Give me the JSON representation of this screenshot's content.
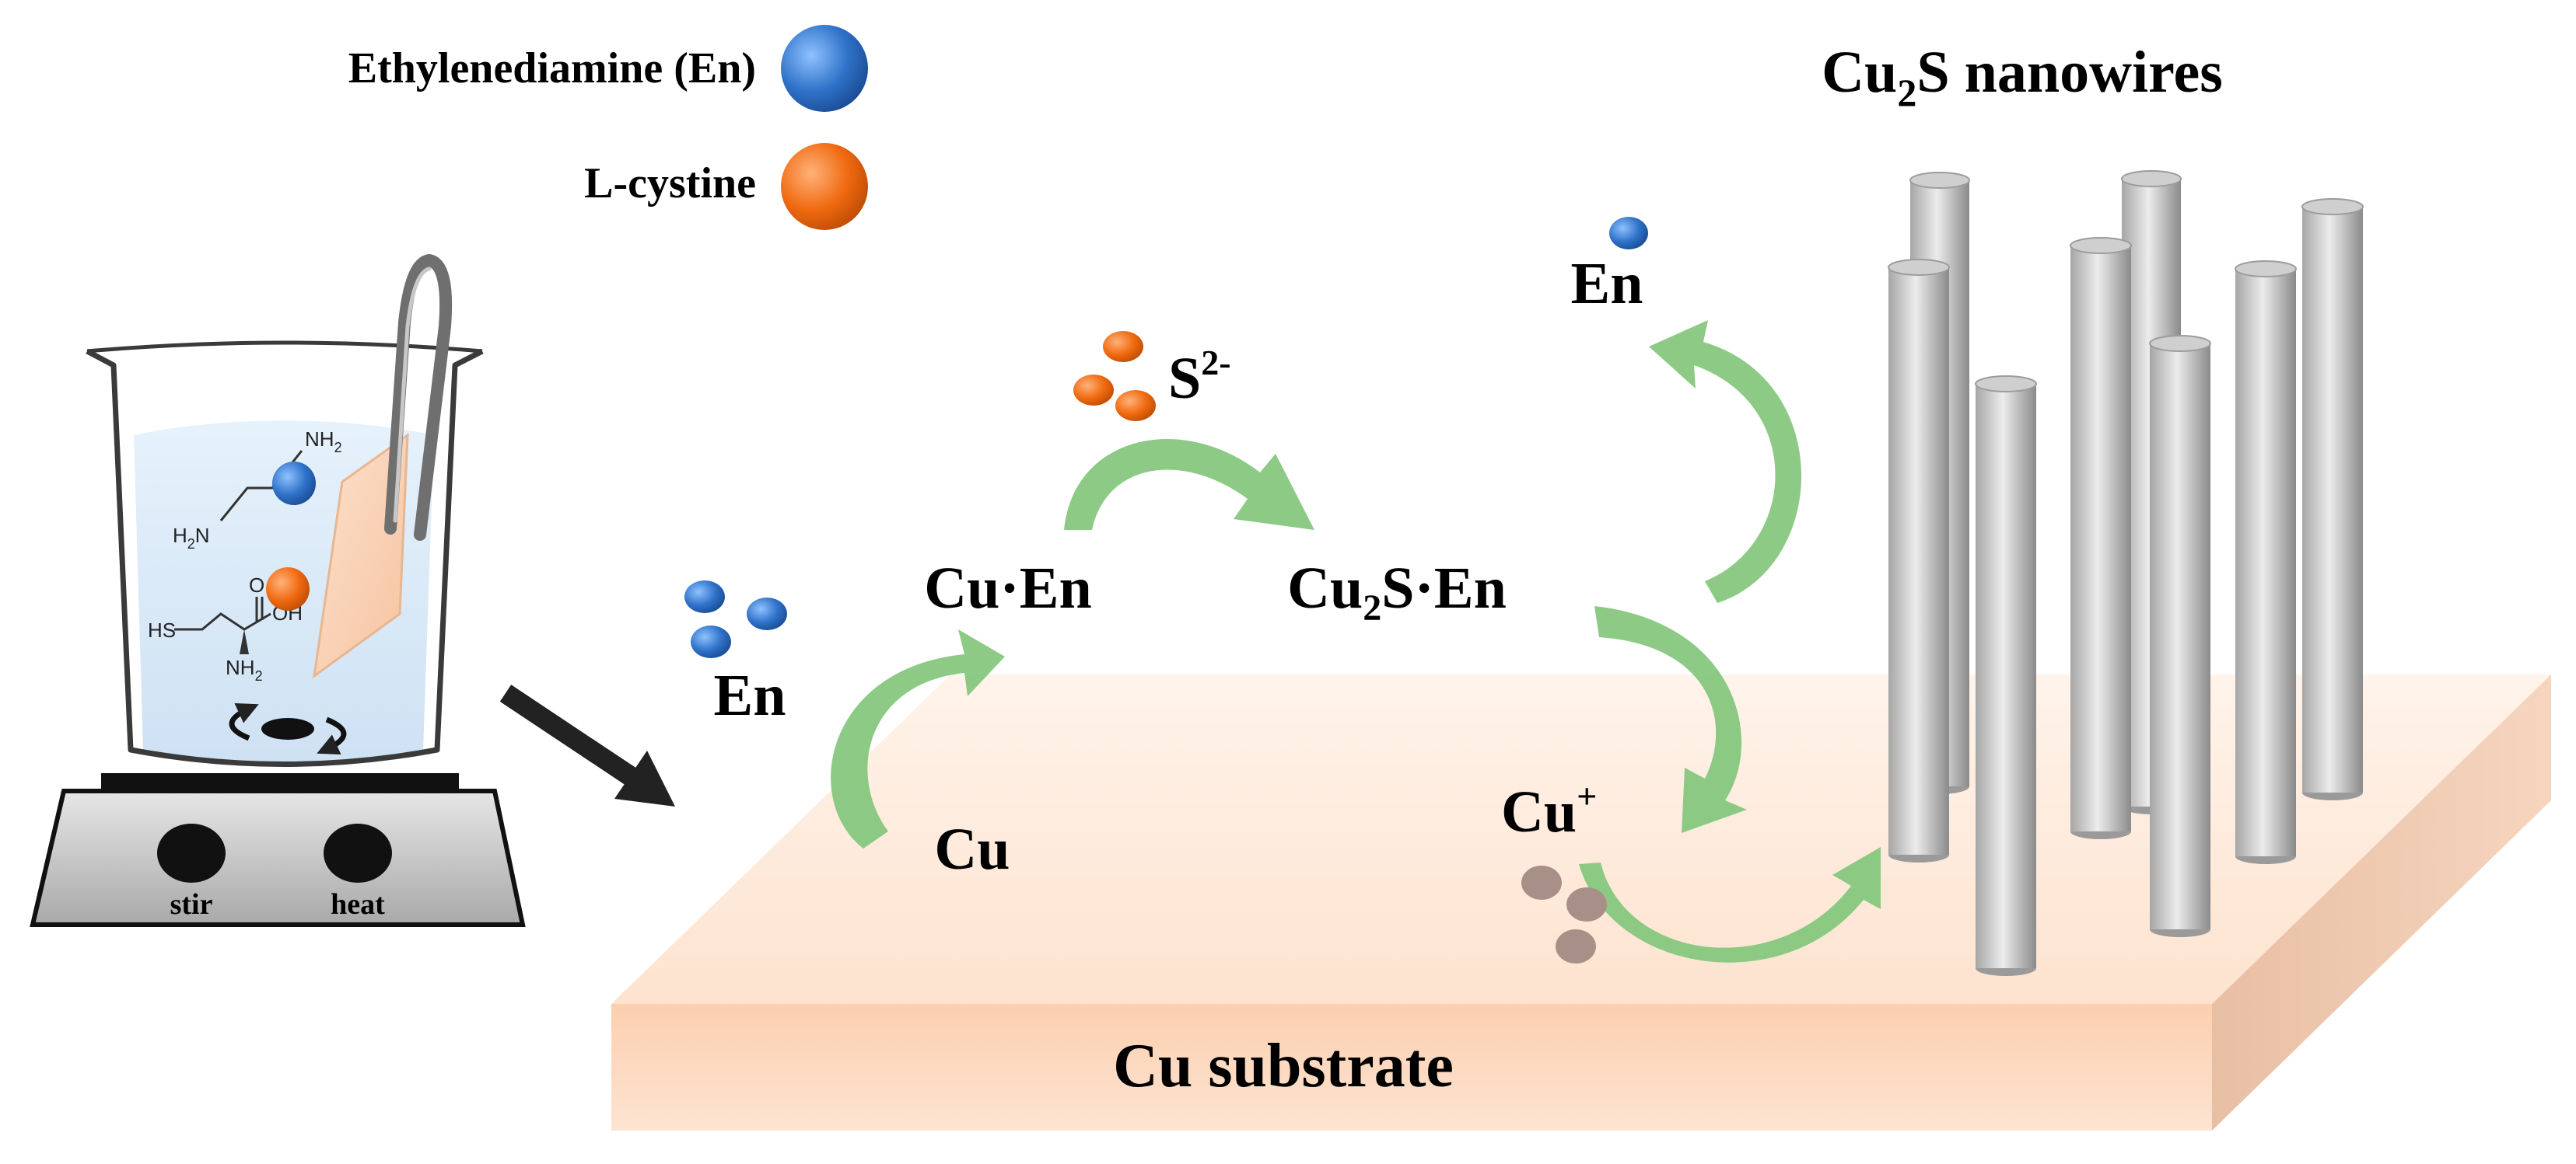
{
  "legend": {
    "items": [
      {
        "label": "Ethylenediamine (En)",
        "color": "#2f72c9"
      },
      {
        "label": "L-cystine",
        "color": "#f06a10"
      }
    ]
  },
  "title": {
    "main": "Cu",
    "sub": "2",
    "rest": "S nanowires"
  },
  "beaker": {
    "stir_label": "stir",
    "heat_label": "heat",
    "en_structure": {
      "top_group": "NH",
      "top_sub": "2",
      "bottom_group": "H",
      "bottom_sub": "2",
      "bottom_n": "N"
    },
    "cys_structure": {
      "sh": "HS",
      "oh": "OH",
      "o": "O",
      "nh2": "NH",
      "nh2_sub": "2"
    }
  },
  "species": {
    "en_left": "En",
    "en_right": "En",
    "cu": "Cu",
    "cu_en": "Cu·En",
    "cu2s_en": {
      "a": "Cu",
      "sub": "2",
      "b": "S·En"
    },
    "s2": {
      "base": "S",
      "sup": "2-"
    },
    "cu_plus": {
      "base": "Cu",
      "sup": "+"
    }
  },
  "substrate_label": "Cu substrate",
  "colors": {
    "en_blue": "#2f72c9",
    "cystine_orange": "#f06a10",
    "arrow_green": "#86c77e",
    "substrate": "#fbd2b4",
    "cu_ion": "#a89088",
    "nanowire": "#b8b8b8"
  }
}
